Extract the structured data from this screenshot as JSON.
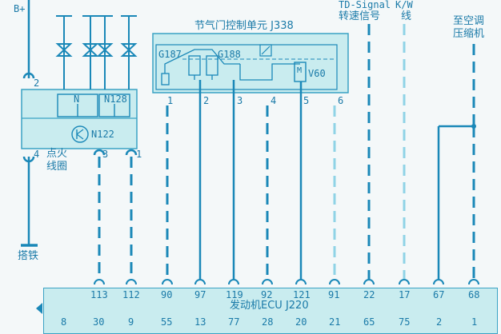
{
  "labels": {
    "supply": "B+",
    "ground": "搭铁",
    "throttle_unit_title": "节气门控制单元 J338",
    "td_signal_line1": "TD-Signal",
    "td_signal_line2": "转速信号",
    "kw_line1": "K/W",
    "kw_line2": "线",
    "ac_line1": "至空调",
    "ac_line2": "压缩机",
    "ignition_line1": "点火",
    "ignition_line2": "线圈",
    "ecu_title": "发动机ECU J220"
  },
  "components": {
    "g187": "G187",
    "g188": "G188",
    "v60": "V60",
    "motor_symbol": "M",
    "n": "N",
    "n128": "N128",
    "n122": "N122"
  },
  "ignition_pins": {
    "top": "2",
    "p4": "4",
    "p3": "3",
    "p1": "1"
  },
  "throttle_pins": [
    "1",
    "2",
    "3",
    "4",
    "5",
    "6"
  ],
  "ecu_top_pins": [
    "113",
    "112",
    "90",
    "97",
    "119",
    "92",
    "121",
    "91",
    "22",
    "17",
    "67",
    "68"
  ],
  "ecu_bottom_pins": [
    "8",
    "30",
    "9",
    "55",
    "13",
    "77",
    "28",
    "20",
    "21",
    "65",
    "75",
    "2",
    "1"
  ],
  "colors": {
    "wire": "#1a88b8",
    "wire_light": "#8fd3e6",
    "box_fill": "#c9ecef",
    "box_stroke": "#3aa2c4",
    "text": "#1a7aa8"
  }
}
